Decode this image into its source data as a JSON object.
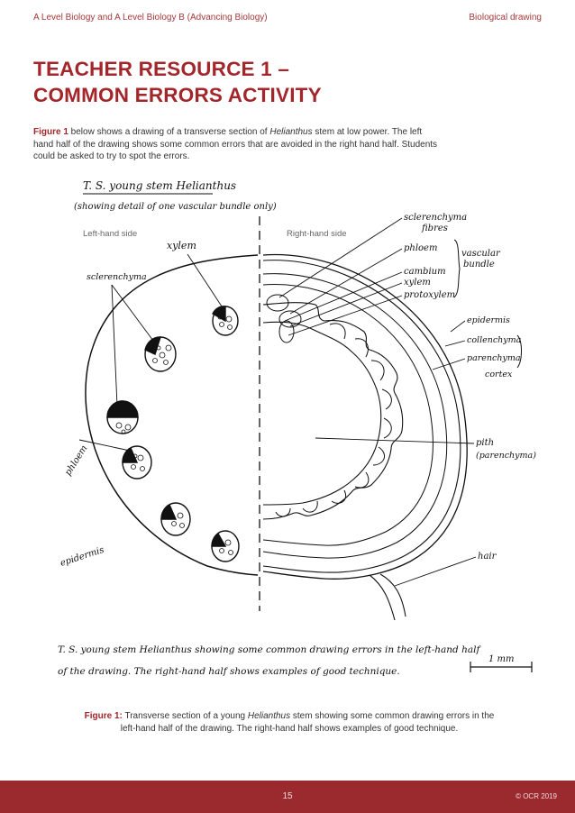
{
  "header": {
    "left": "A Level Biology and A Level Biology B (Advancing Biology)",
    "right": "Biological drawing"
  },
  "title": {
    "line1": "TEACHER RESOURCE 1 –",
    "line2": "COMMON ERRORS ACTIVITY"
  },
  "intro": {
    "lead": "Figure 1",
    "text_1": " below shows a drawing of a transverse section of ",
    "species": "Helianthus",
    "text_2": " stem at low power. The left hand half of the drawing shows some common errors that are avoided in the right hand half. Students could be asked to try to spot the errors."
  },
  "drawing": {
    "heading": "T. S. young stem Helianthus",
    "subheading": "(showing detail of one vascular bundle only)",
    "left_side_label": "Left-hand side",
    "right_side_label": "Right-hand side",
    "left_labels": {
      "xylem": "xylem",
      "sclerenchyma": "sclerenchyma",
      "phloem": "phloem",
      "epidermis": "epidermis"
    },
    "right_labels": {
      "sclerenchyma_fibres_1": "sclerenchyma",
      "sclerenchyma_fibres_2": "fibres",
      "phloem": "phloem",
      "vascular_bundle_1": "vascular",
      "vascular_bundle_2": "bundle",
      "cambium": "cambium",
      "xylem": "xylem",
      "protoxylem": "protoxylem",
      "epidermis": "epidermis",
      "collenchyma": "collenchyma",
      "parenchyma": "parenchyma",
      "cortex": "cortex",
      "pith_1": "pith",
      "pith_2": "(parenchyma)",
      "hair": "hair"
    },
    "bottom_note_1": "T. S. young stem Helianthus showing some common drawing errors in the left-hand half",
    "bottom_note_2": "of the drawing. The right-hand half shows examples of good technique.",
    "scale_bar": "1 mm"
  },
  "caption": {
    "lead": "Figure 1:",
    "text_1": " Transverse section of a young ",
    "species": "Helianthus",
    "text_2": " stem showing some common drawing errors in the left-hand half of the drawing. The right-hand half shows examples of good technique."
  },
  "footer": {
    "page_number": "15",
    "copyright": "© OCR 2019"
  }
}
